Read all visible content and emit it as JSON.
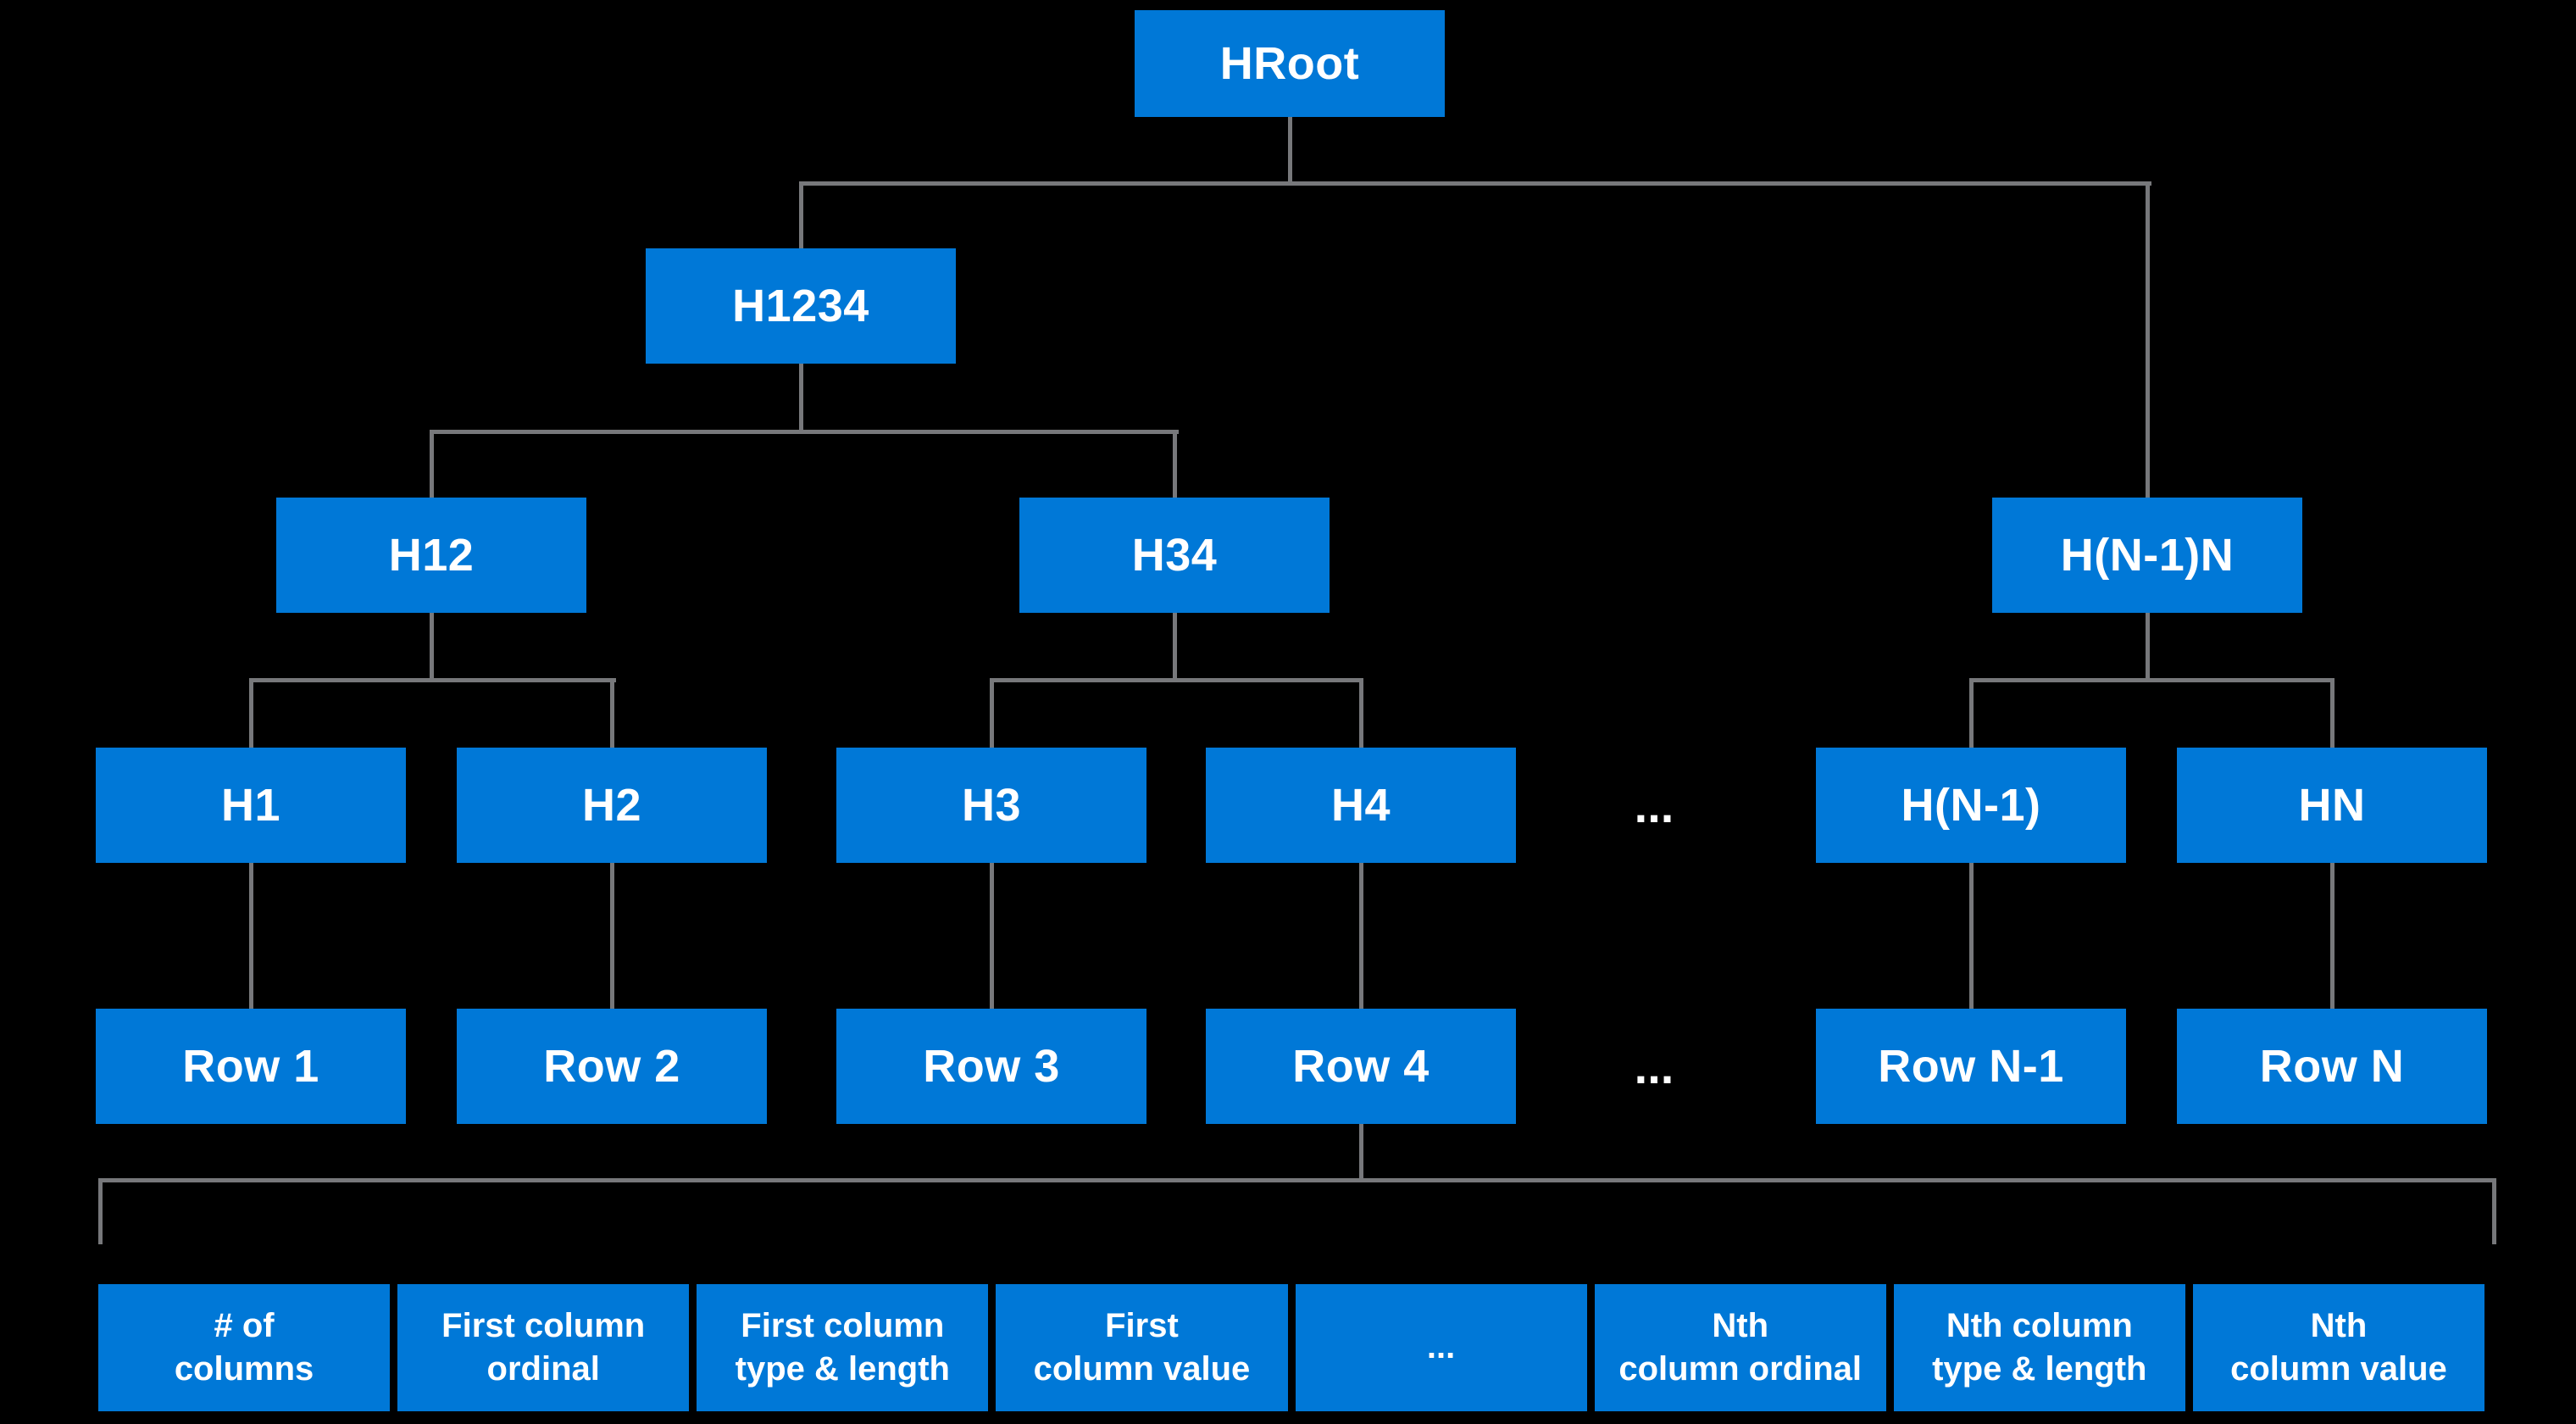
{
  "diagram": {
    "title_semantic": "hash-tree-of-rows",
    "colors": {
      "background": "#000000",
      "node_fill": "#0078D7",
      "connector": "#77787B",
      "text": "#FFFFFF"
    },
    "nodes": {
      "hroot": "HRoot",
      "h1234": "H1234",
      "h12": "H12",
      "h34": "H34",
      "hn1n": "H(N-1)N",
      "h1": "H1",
      "h2": "H2",
      "h3": "H3",
      "h4": "H4",
      "hash_ellipsis": "...",
      "hn1": "H(N-1)",
      "hn": "HN",
      "row1": "Row 1",
      "row2": "Row 2",
      "row3": "Row 3",
      "row4": "Row 4",
      "row_ellipsis": "...",
      "rown1": "Row N-1",
      "rown": "Row N"
    },
    "fields": [
      "# of\ncolumns",
      "First column\nordinal",
      "First column\ntype & length",
      "First\ncolumn value",
      "...",
      "Nth\ncolumn ordinal",
      "Nth column\ntype & length",
      "Nth\ncolumn value"
    ]
  }
}
